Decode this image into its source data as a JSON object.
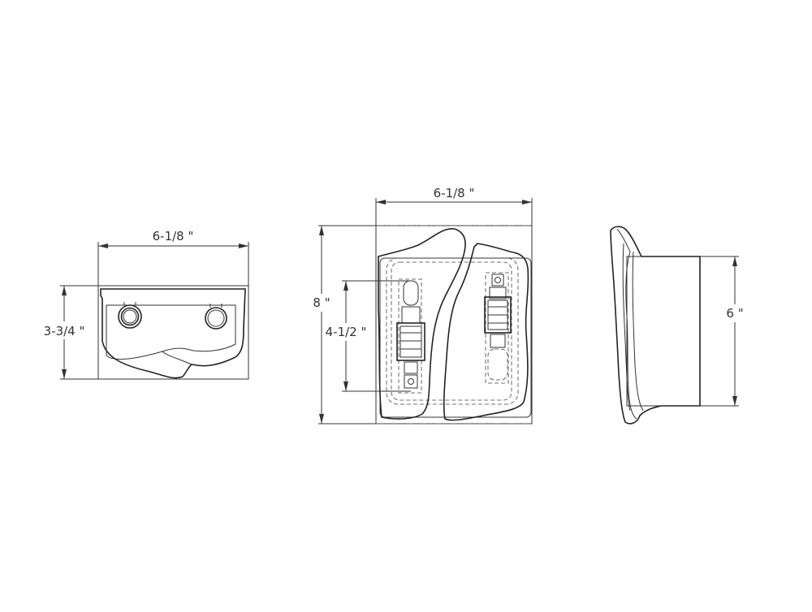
{
  "top_view": {
    "width_label": "6-1/8 \"",
    "depth_label": "3-3/4 \""
  },
  "front_view": {
    "width_label": "6-1/8 \"",
    "height_label": "8 \"",
    "inner_height_label": "4-1/2 \""
  },
  "side_view": {
    "height_label": "6 \""
  },
  "colors": {
    "line": "#333333",
    "background": "#ffffff"
  }
}
